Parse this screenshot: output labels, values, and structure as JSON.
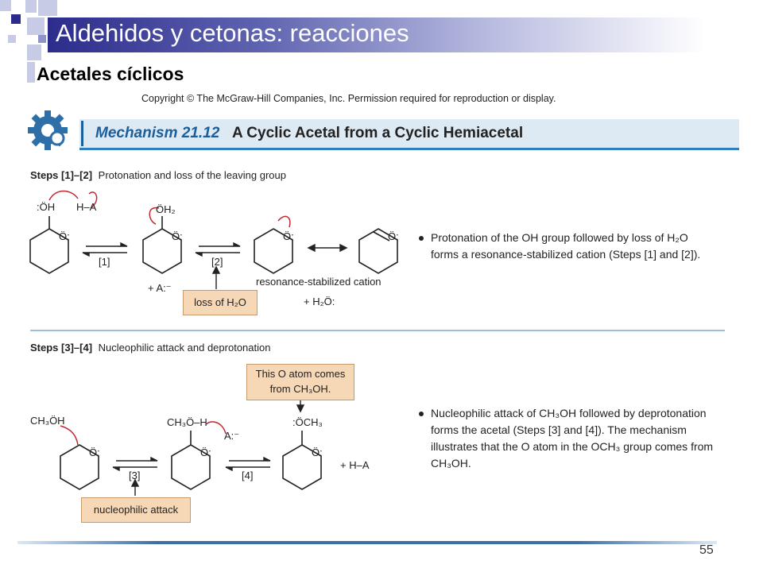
{
  "slide": {
    "title": "Aldehidos y cetonas: reacciones",
    "subtitle": "Acetales cíclicos",
    "page_number": "55"
  },
  "figure": {
    "copyright": "Copyright © The McGraw-Hill Companies, Inc. Permission required for reproduction or display.",
    "mechanism_label": "Mechanism 21.12",
    "mechanism_title": "A Cyclic Acetal from a Cyclic Hemiacetal",
    "section1": {
      "steps_label": "Steps [1]–[2]",
      "steps_desc": "Protonation and loss of the leaving group",
      "reagent_oh": ":ÖH",
      "reagent_ha": "H–A",
      "oh2": "ÖH₂",
      "ring_o": "Ö:",
      "step1": "[1]",
      "step2": "[2]",
      "a_minus": "+ A:⁻",
      "box": "loss of H₂O",
      "resonance_label": "resonance-stabilized cation",
      "water": "+ H₂Ö:",
      "note": "Protonation of the OH group followed by loss of H₂O forms a resonance-stabilized cation (Steps [1] and [2])."
    },
    "section2": {
      "steps_label": "Steps [3]–[4]",
      "steps_desc": "Nucleophilic attack and deprotonation",
      "box_top": "This O atom comes from CH₃OH.",
      "ch3oh": "CH₃ÖH",
      "ch3o_h": "CH₃Ö–H",
      "a_minus": "A:⁻",
      "och3": ":ÖCH₃",
      "ring_o": "Ö:",
      "step3": "[3]",
      "step4": "[4]",
      "plus_ha": "+   H–A",
      "box_bottom": "nucleophilic attack",
      "note": "Nucleophilic attack of CH₃OH followed by deprotonation forms the acetal (Steps [3] and [4]). The mechanism illustrates that the O atom in the OCH₃ group comes from CH₃OH."
    }
  },
  "colors": {
    "title_bar": "#2c2c8c",
    "mechanism_accent": "#1b5e9c",
    "box_fill": "#f6d8b6",
    "arrow_red": "#c0282d"
  },
  "icons": [
    "gear-icon",
    "square-bullet-icon"
  ]
}
